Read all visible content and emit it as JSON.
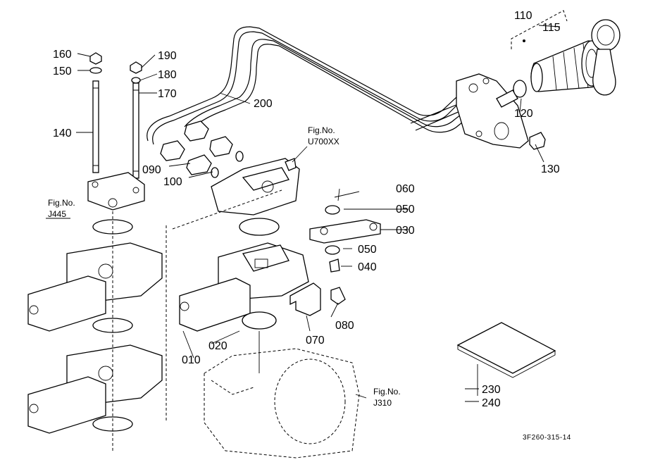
{
  "diagram_code": "3F260-315-14",
  "part_labels": {
    "p010": "010",
    "p020": "020",
    "p030": "030",
    "p040": "040",
    "p050a": "050",
    "p050b": "050",
    "p060": "060",
    "p070": "070",
    "p080": "080",
    "p090": "090",
    "p100": "100",
    "p110": "110",
    "p115": "115",
    "p120": "120",
    "p130": "130",
    "p140": "140",
    "p150": "150",
    "p160": "160",
    "p170": "170",
    "p180": "180",
    "p190": "190",
    "p200": "200",
    "p230": "230",
    "p240": "240"
  },
  "fig_refs": {
    "u700": {
      "label": "Fig.No.",
      "code": "U700XX"
    },
    "j445": {
      "label": "Fig.No.",
      "code": "J445"
    },
    "j310": {
      "label": "Fig.No.",
      "code": "J310"
    }
  }
}
